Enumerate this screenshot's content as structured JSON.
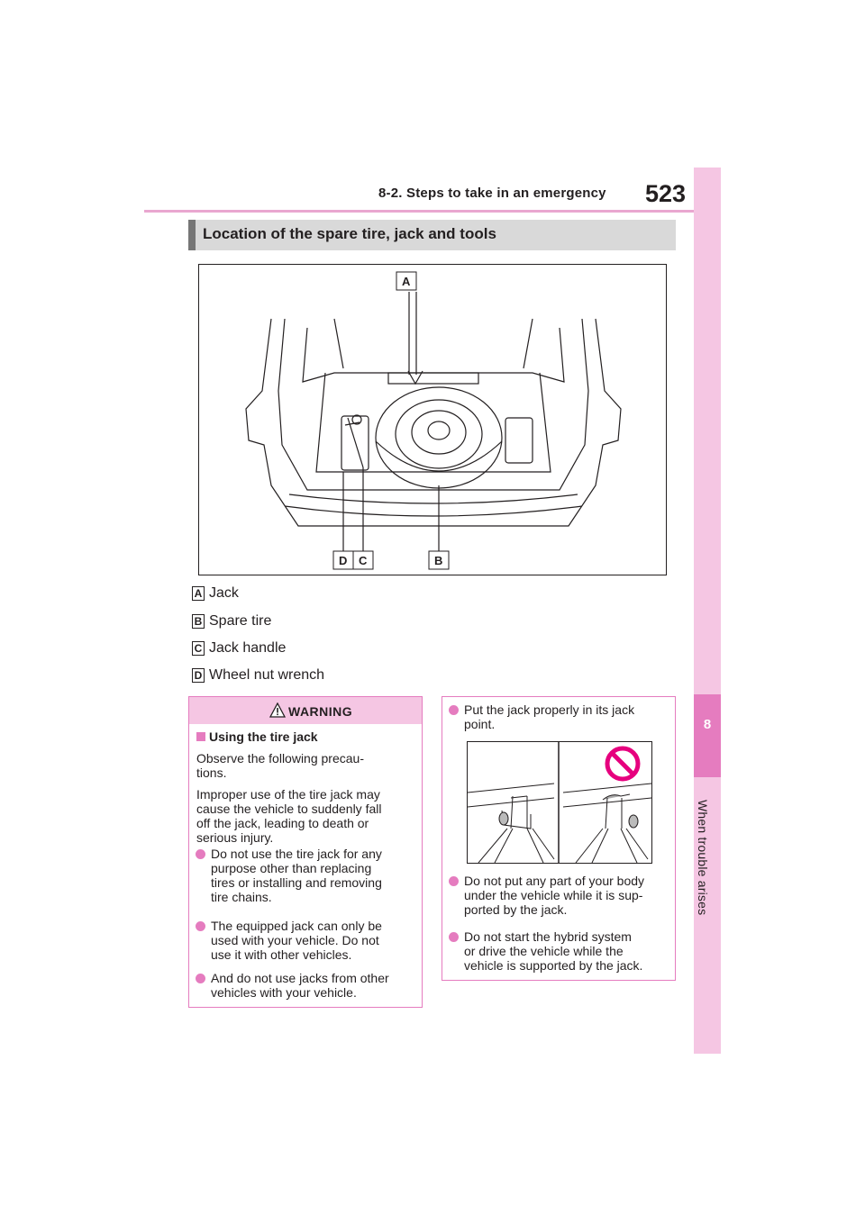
{
  "header": {
    "section": "8-2. Steps to take in an emergency",
    "page_number": "523"
  },
  "side_tab": {
    "chapter_number": "8",
    "chapter_label": "When trouble arises"
  },
  "section_title": "Location of the spare tire, jack and tools",
  "figure": {
    "callouts": [
      "A",
      "B",
      "C",
      "D"
    ]
  },
  "legend": [
    {
      "key": "A",
      "text": "Jack"
    },
    {
      "key": "B",
      "text": "Spare tire"
    },
    {
      "key": "C",
      "text": "Jack handle"
    },
    {
      "key": "D",
      "text": "Wheel nut wrench"
    }
  ],
  "warning": {
    "title": "WARNING",
    "subheading": "Using the tire jack",
    "intro_lines": [
      "Observe the following precau-",
      "tions."
    ],
    "para_lines": [
      "Improper use of the tire jack may",
      "cause the vehicle to suddenly fall",
      "off the jack, leading to death or",
      "serious injury."
    ],
    "bullets_left": [
      [
        "Do not use the tire jack for any",
        "purpose other than replacing",
        "tires or installing and removing",
        "tire chains."
      ],
      [
        "The equipped jack can only be",
        "used with your vehicle. Do not",
        "use it with other vehicles."
      ],
      [
        "And do not use jacks from other",
        "vehicles with your vehicle."
      ]
    ],
    "bullets_right_top": [
      "Put the jack properly in its jack",
      "point."
    ],
    "bullets_right": [
      [
        "Do not put any part of your body",
        "under the vehicle while it is sup-",
        "ported by the jack."
      ],
      [
        "Do not start the hybrid system",
        "or drive the vehicle while the",
        "vehicle is supported by the jack."
      ]
    ]
  },
  "icons": [
    "warning-triangle-icon",
    "prohibited-icon"
  ],
  "colors": {
    "accent_pink": "#e57cbf",
    "light_pink": "#f5c6e3",
    "heading_gray": "#d9d9d9"
  }
}
